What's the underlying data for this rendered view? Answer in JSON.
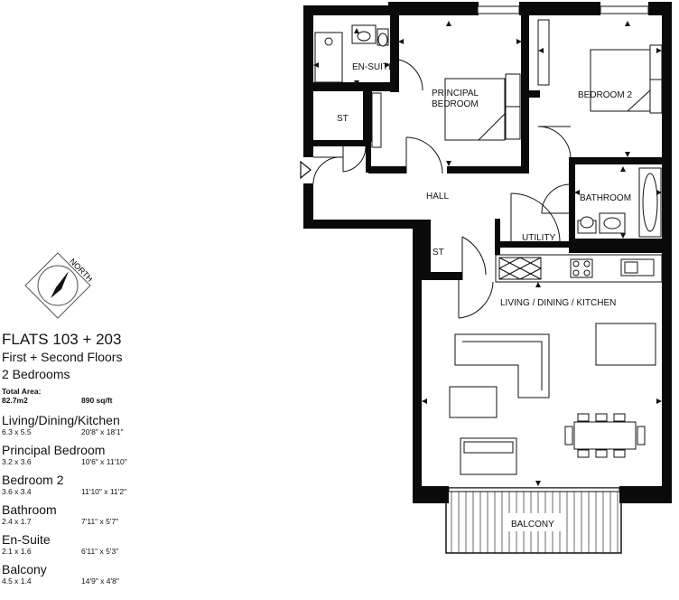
{
  "flat": {
    "title": "FLATS 103 + 203",
    "floors": "First + Second Floors",
    "bedrooms": "2 Bedrooms",
    "total_area_label": "Total Area:",
    "total_area_m2": "82.7m2",
    "total_area_sqft": "890 sq/ft"
  },
  "compass": {
    "label": "NORTH"
  },
  "rooms": [
    {
      "name": "Living/Dining/Kitchen",
      "metric": "6.3 x 5.5",
      "imperial": "20'8\" x 18'1\""
    },
    {
      "name": "Principal Bedroom",
      "metric": "3.2 x 3.6",
      "imperial": "10'6\" x 11'10\""
    },
    {
      "name": "Bedroom 2",
      "metric": "3.6 x 3.4",
      "imperial": "11'10\" x 11'2\""
    },
    {
      "name": "Bathroom",
      "metric": "2.4 x 1.7",
      "imperial": "7'11\" x 5'7\""
    },
    {
      "name": "En-Suite",
      "metric": "2.1 x 1.6",
      "imperial": "6'11\" x 5'3\""
    },
    {
      "name": "Balcony",
      "metric": "4.5 x 1.4",
      "imperial": "14'9\" x 4'8\""
    }
  ],
  "plan_labels": {
    "ensuite": "EN-SUITE",
    "store1": "ST",
    "principal_line1": "PRINCIPAL",
    "principal_line2": "BEDROOM",
    "bedroom2": "BEDROOM 2",
    "hall": "HALL",
    "bathroom": "BATHROOM",
    "store2": "ST",
    "utility": "UTILITY",
    "living": "LIVING / DINING / KITCHEN",
    "balcony": "BALCONY"
  }
}
